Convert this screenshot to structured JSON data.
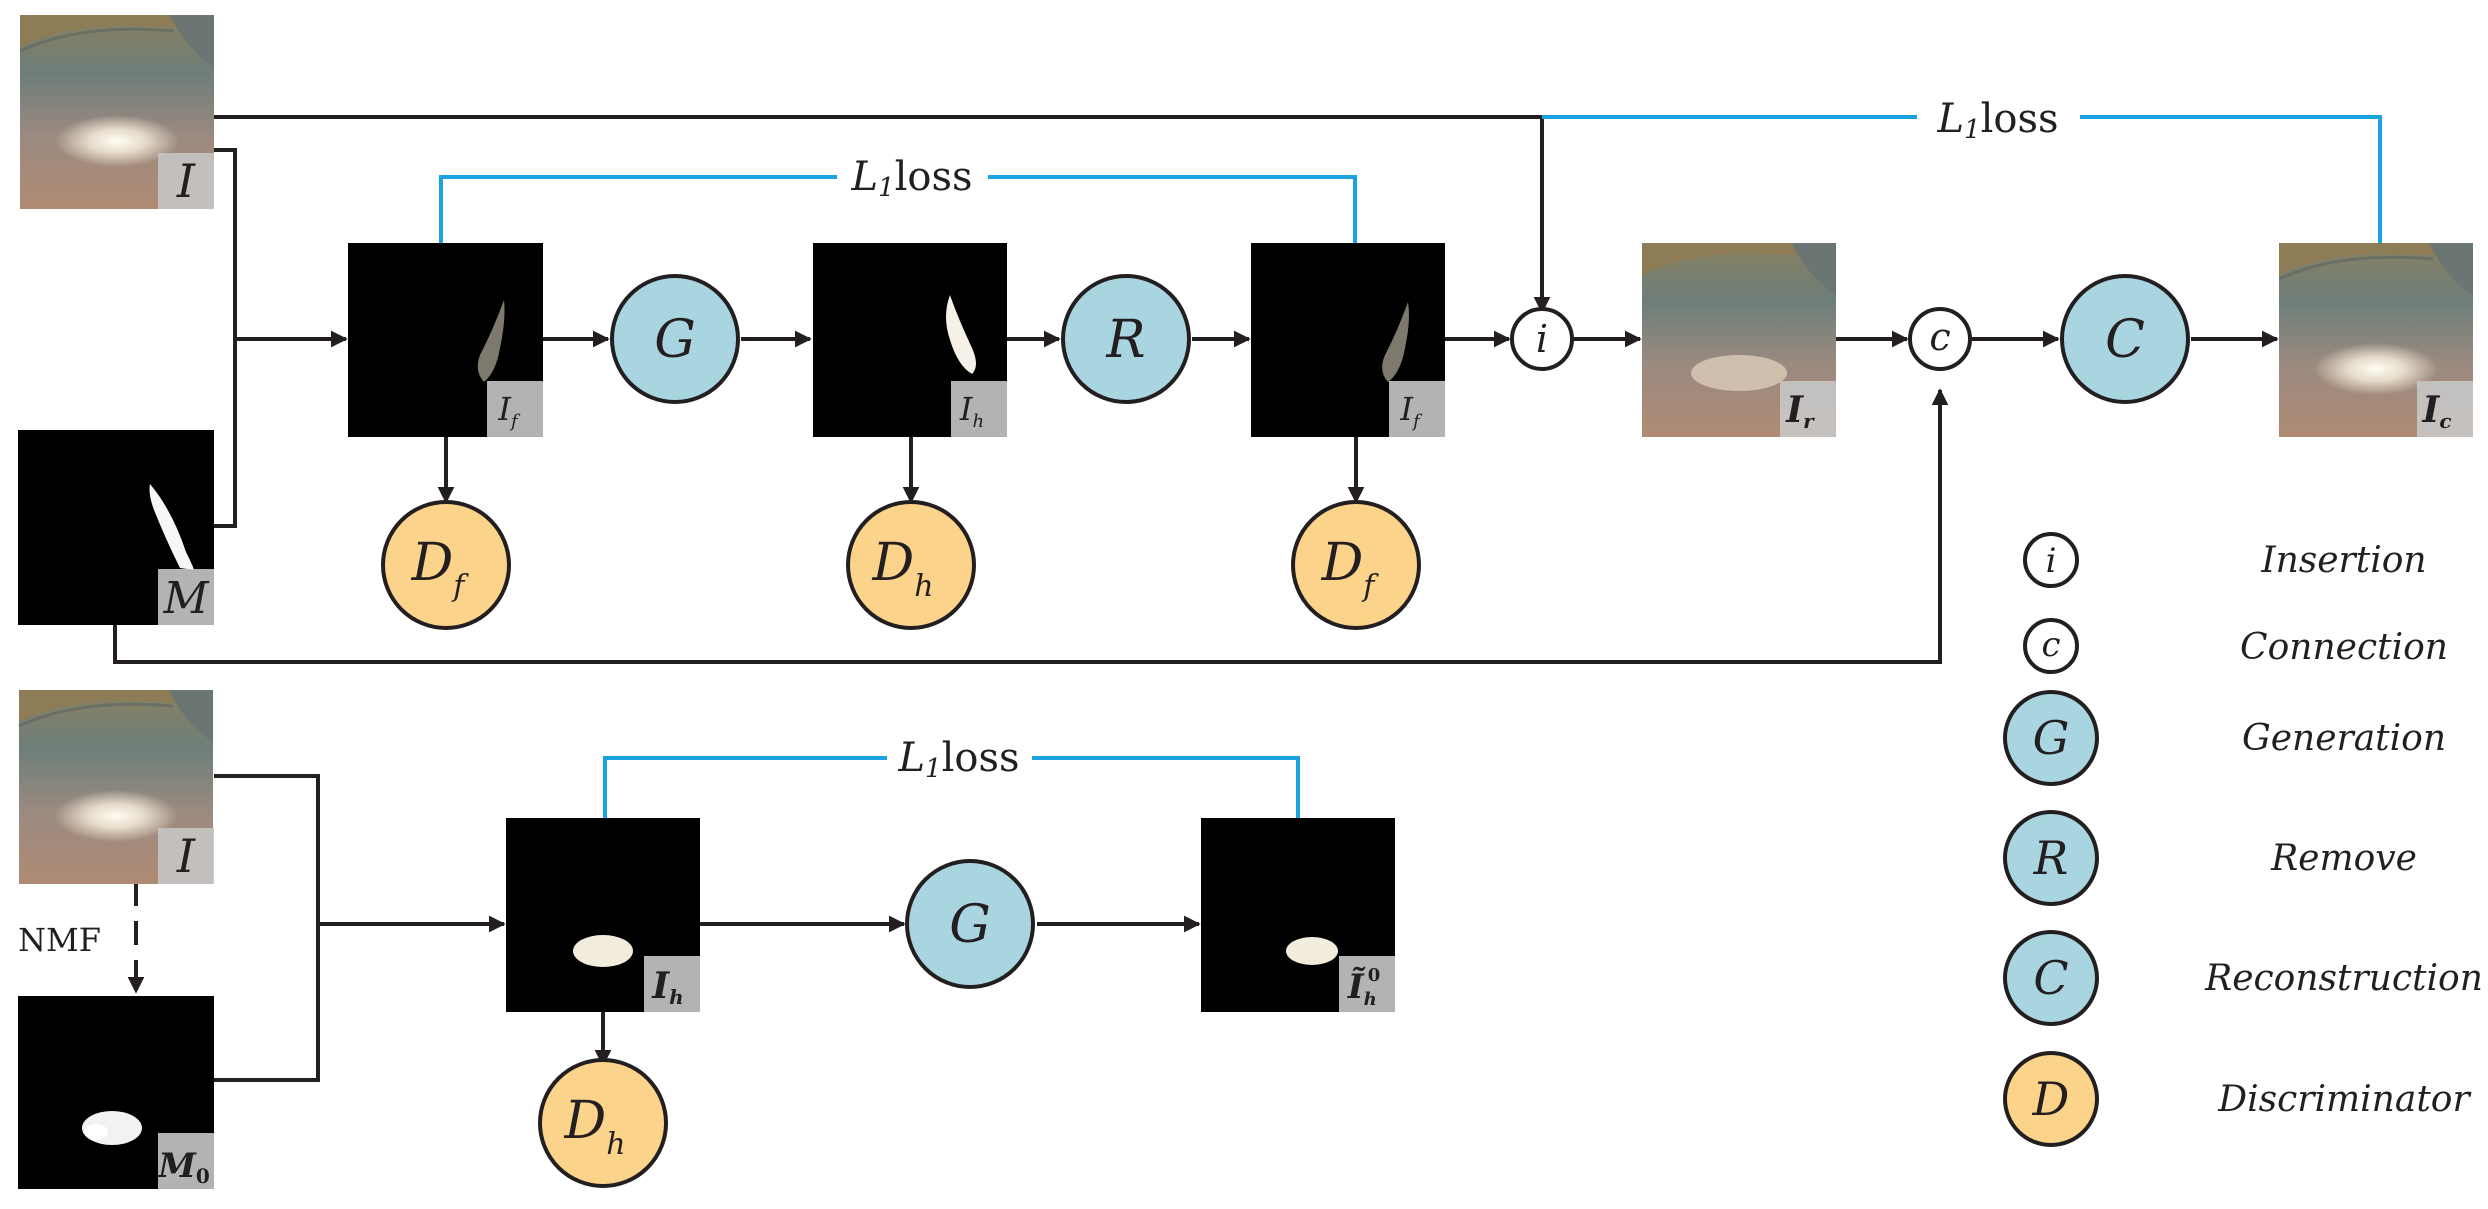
{
  "labels": {
    "input_image": "I",
    "mask": "M",
    "feature": "I",
    "feature_sub": "f",
    "highlight": "I",
    "highlight_sub": "h",
    "removed": "I",
    "removed_sub": "r",
    "reconstructed": "I",
    "reconstructed_sub": "c",
    "nmf_mask": "M",
    "nmf_mask_sub": "0",
    "generated_highlight": "Ĩ",
    "generated_highlight_sub": "h",
    "generated_highlight_sup": "0",
    "nmf": "NMF"
  },
  "loss": {
    "symbol": "L",
    "sub": "1",
    "word": "loss"
  },
  "nodes": {
    "generation": "G",
    "remove": "R",
    "reconstruction": "C",
    "discriminator": "D",
    "discriminator_f_sub": "f",
    "discriminator_h_sub": "h",
    "insertion": "i",
    "connection": "c"
  },
  "legend": [
    {
      "symbol": "i",
      "label": "Insertion"
    },
    {
      "symbol": "c",
      "label": "Connection"
    },
    {
      "symbol": "G",
      "label": "Generation"
    },
    {
      "symbol": "R",
      "label": "Remove"
    },
    {
      "symbol": "C",
      "label": "Reconstruction"
    },
    {
      "symbol": "D",
      "label": "Discriminator"
    }
  ],
  "colors": {
    "line": "#231f20",
    "loss_line": "#1aa3e0",
    "process_node": "#a9d5e0",
    "discriminator_node": "#fcd38a",
    "label_tag": "#c6c6c6"
  }
}
